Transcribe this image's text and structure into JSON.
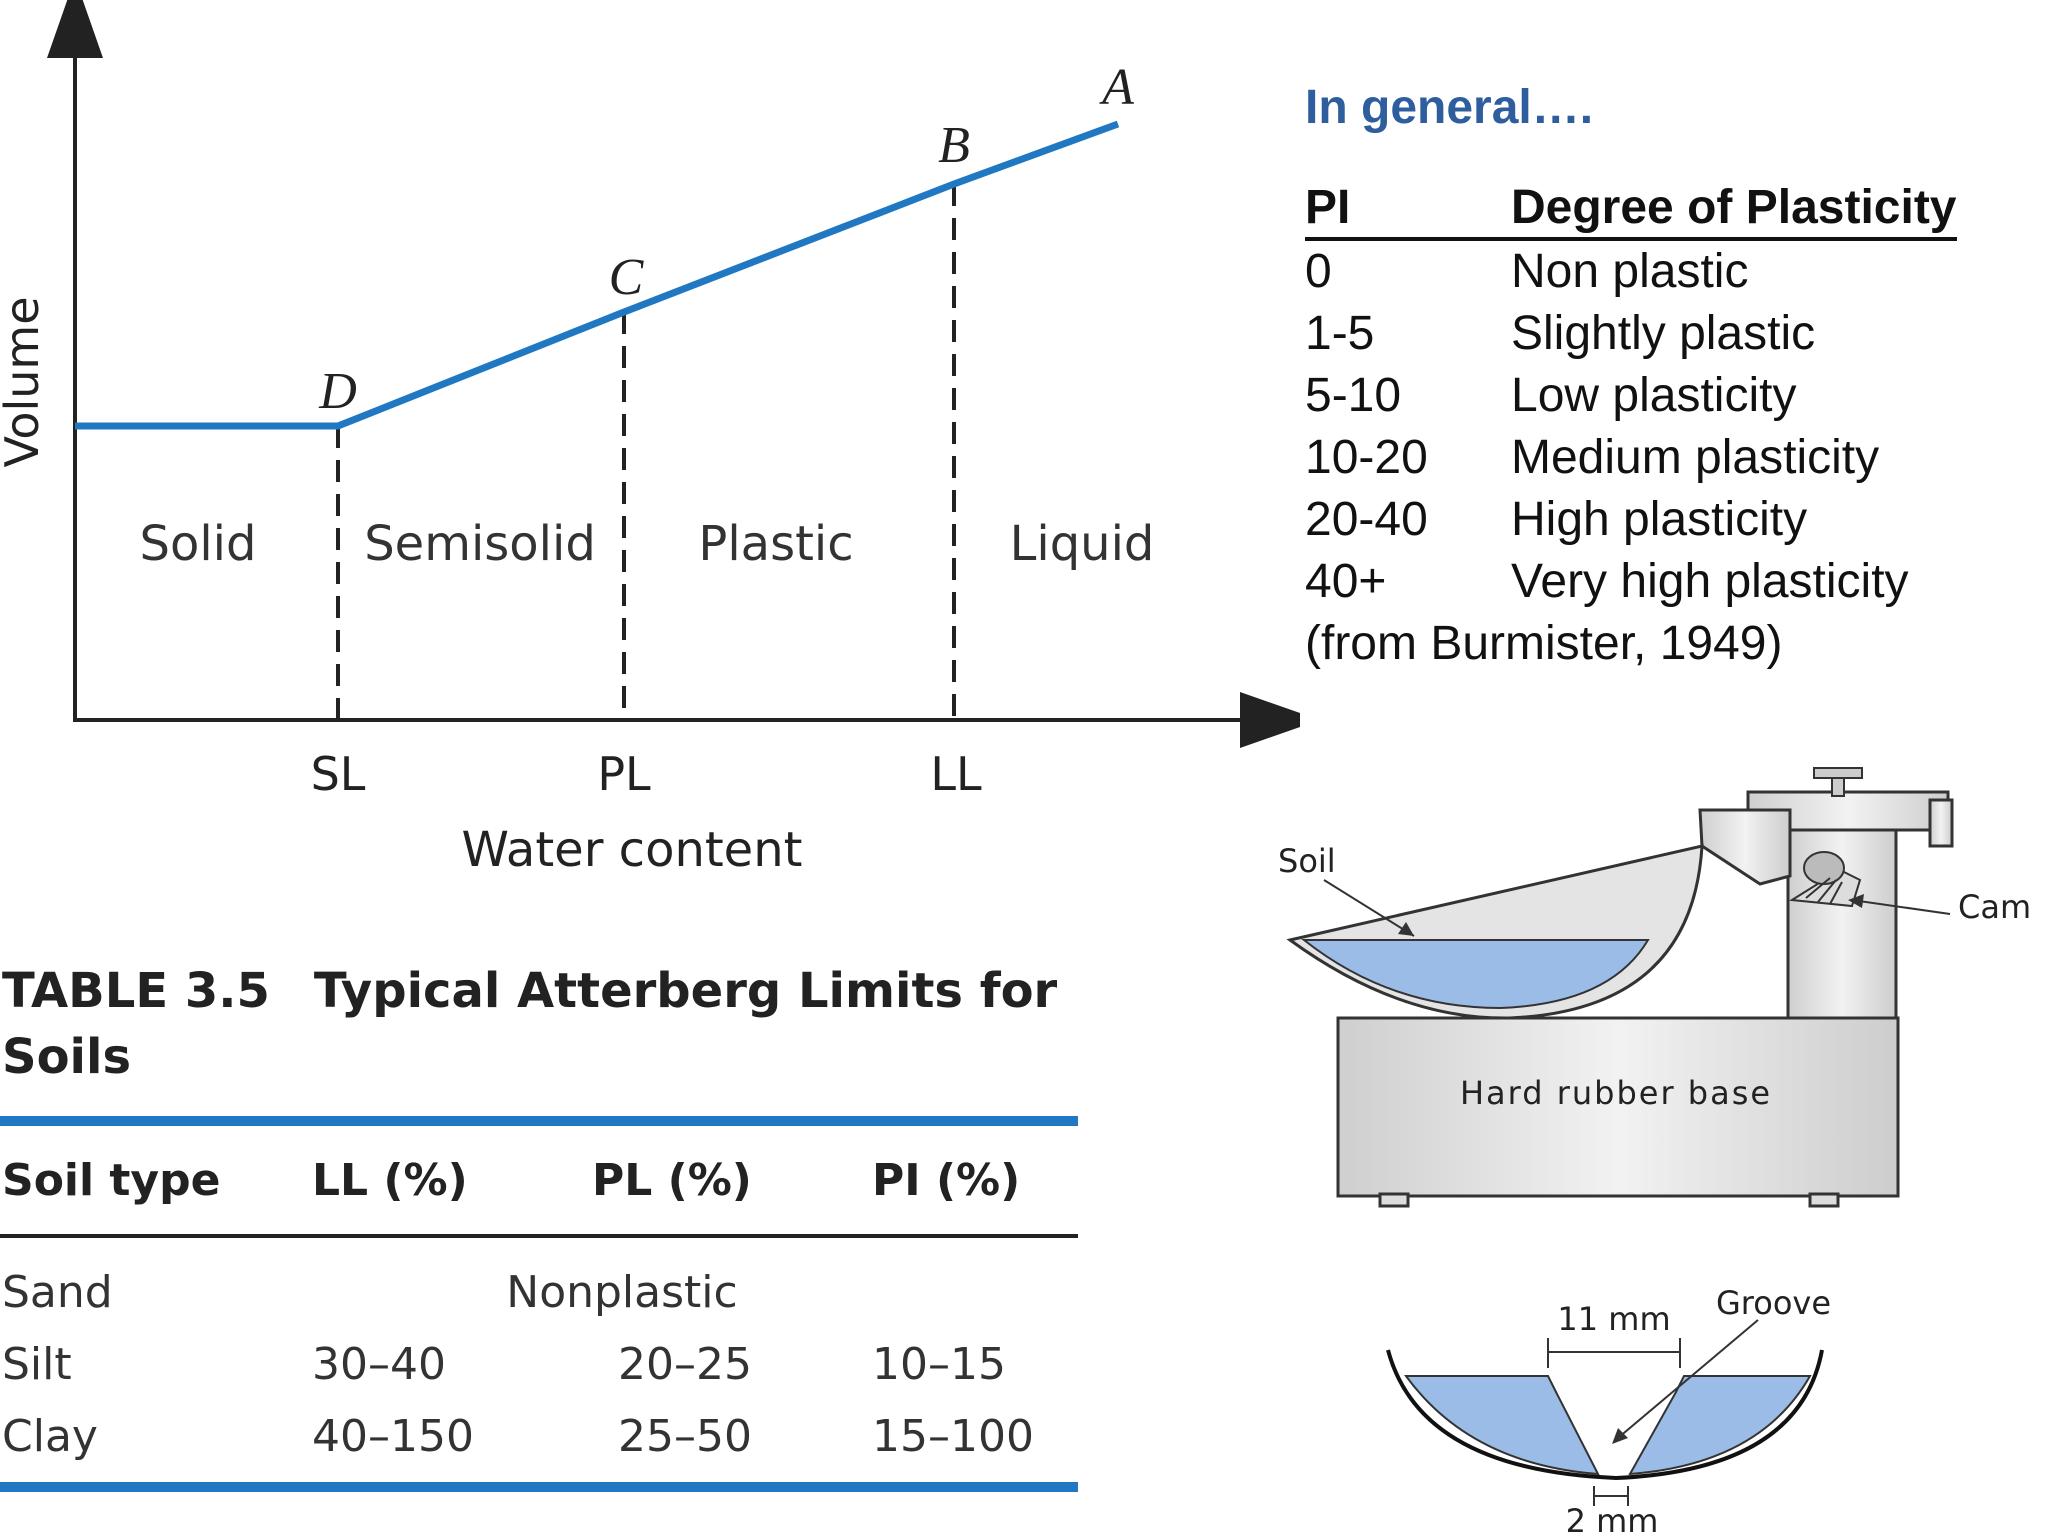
{
  "chart": {
    "y_label": "Volume",
    "x_label": "Water content",
    "ticks": [
      "SL",
      "PL",
      "LL"
    ],
    "points": [
      "A",
      "B",
      "C",
      "D"
    ],
    "states": [
      "Solid",
      "Semisolid",
      "Plastic",
      "Liquid"
    ],
    "line_color": "#1f78c1"
  },
  "plasticity": {
    "heading": "In general….",
    "col_pi": "PI",
    "col_degree": "Degree of Plasticity",
    "rows": [
      {
        "pi": "0",
        "degree": "Non plastic"
      },
      {
        "pi": "1-5",
        "degree": "Slightly plastic"
      },
      {
        "pi": "5-10",
        "degree": "Low plasticity"
      },
      {
        "pi": "10-20",
        "degree": "Medium plasticity"
      },
      {
        "pi": "20-40",
        "degree": "High plasticity"
      },
      {
        "pi": "40+",
        "degree": "Very high plasticity"
      }
    ],
    "source": "(from Burmister, 1949)",
    "heading_color": "#2e5e9e"
  },
  "apparatus": {
    "soil": "Soil",
    "cam": "Cam",
    "base": "Hard rubber base",
    "width_label": "11 mm",
    "groove": "Groove",
    "bottom_label": "2 mm",
    "fill_color": "#9bbce6"
  },
  "atterberg_table": {
    "number": "TABLE 3.5",
    "title": "Typical Atterberg Limits for Soils",
    "headers": [
      "Soil type",
      "LL (%)",
      "PL (%)",
      "PI (%)"
    ],
    "sand": {
      "type": "Sand",
      "note": "Nonplastic"
    },
    "rows": [
      {
        "type": "Silt",
        "ll": "30–40",
        "pl": "20–25",
        "pi": "10–15"
      },
      {
        "type": "Clay",
        "ll": "40–150",
        "pl": "25–50",
        "pi": "15–100"
      }
    ],
    "rule_color": "#1f78c1"
  }
}
